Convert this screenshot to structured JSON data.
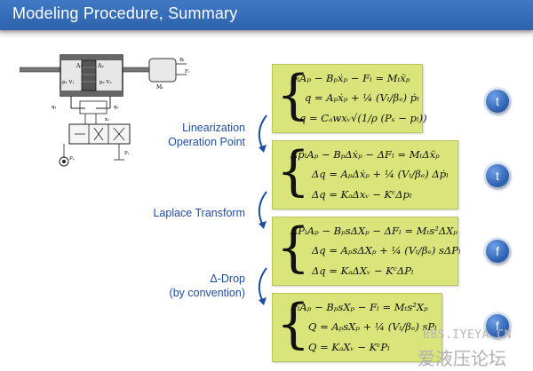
{
  "header": {
    "title": "Modeling Procedure, Summary"
  },
  "steps": [
    {
      "line1": "Linearization",
      "line2": "Operation Point"
    },
    {
      "line1": "Laplace Transform",
      "line2": ""
    },
    {
      "line1": "Δ-Drop",
      "line2": "(by convention)"
    }
  ],
  "badges": [
    "t",
    "t",
    "f",
    "f"
  ],
  "diagram_labels": {
    "a1": "A₁",
    "a2": "A₂",
    "p1v1": "p₁ V₁",
    "p2v2": "p₂ V₂",
    "mt": "Mₜ",
    "bt": "Bₜ",
    "fl": "Fₗ",
    "q1": "q₁",
    "q2": "q₂",
    "xv": "xᵥ",
    "ps": "Pₛ",
    "pt": "Pₜ"
  },
  "equations": {
    "box1": {
      "l1": "pₗAₚ − Bₚẋₚ − Fₗ = Mₜẍₚ",
      "l2": "q = Aₚẋₚ + ¼ (Vₜ/βₑ) ṗₗ",
      "l3": "q = Cₐwxᵥ√(1/ρ (Pₛ − pₗ))"
    },
    "box2": {
      "l1": "ΔpₗAₚ − BₚΔẋₚ − ΔFₗ = MₜΔẍₚ",
      "l2": "Δq = AₚΔẋₚ + ¼ (Vₜ/βₑ) Δṗₗ",
      "l3": "Δq = KₐΔxᵥ − KᶜΔpₗ"
    },
    "box3": {
      "l1": "ΔPₗAₚ − BₚsΔXₚ − ΔFₗ = Mₜs²ΔXₚ",
      "l2": "Δq = AₚsΔXₚ + ¼ (Vₜ/βₑ) sΔPₗ",
      "l3": "Δq = KₐΔXᵥ − KᶜΔPₗ"
    },
    "box4": {
      "l1": "PₗAₚ − BₚsXₚ − Fₗ = Mₜs²Xₚ",
      "l2": "Q = AₚsXₚ + ¼ (Vₜ/βₑ) sPₗ",
      "l3": "Q = KₐXᵥ − KᶜPₗ"
    }
  },
  "watermark": {
    "line1": "BBS.IYEYA.CN",
    "line2": "爱液压论坛"
  }
}
